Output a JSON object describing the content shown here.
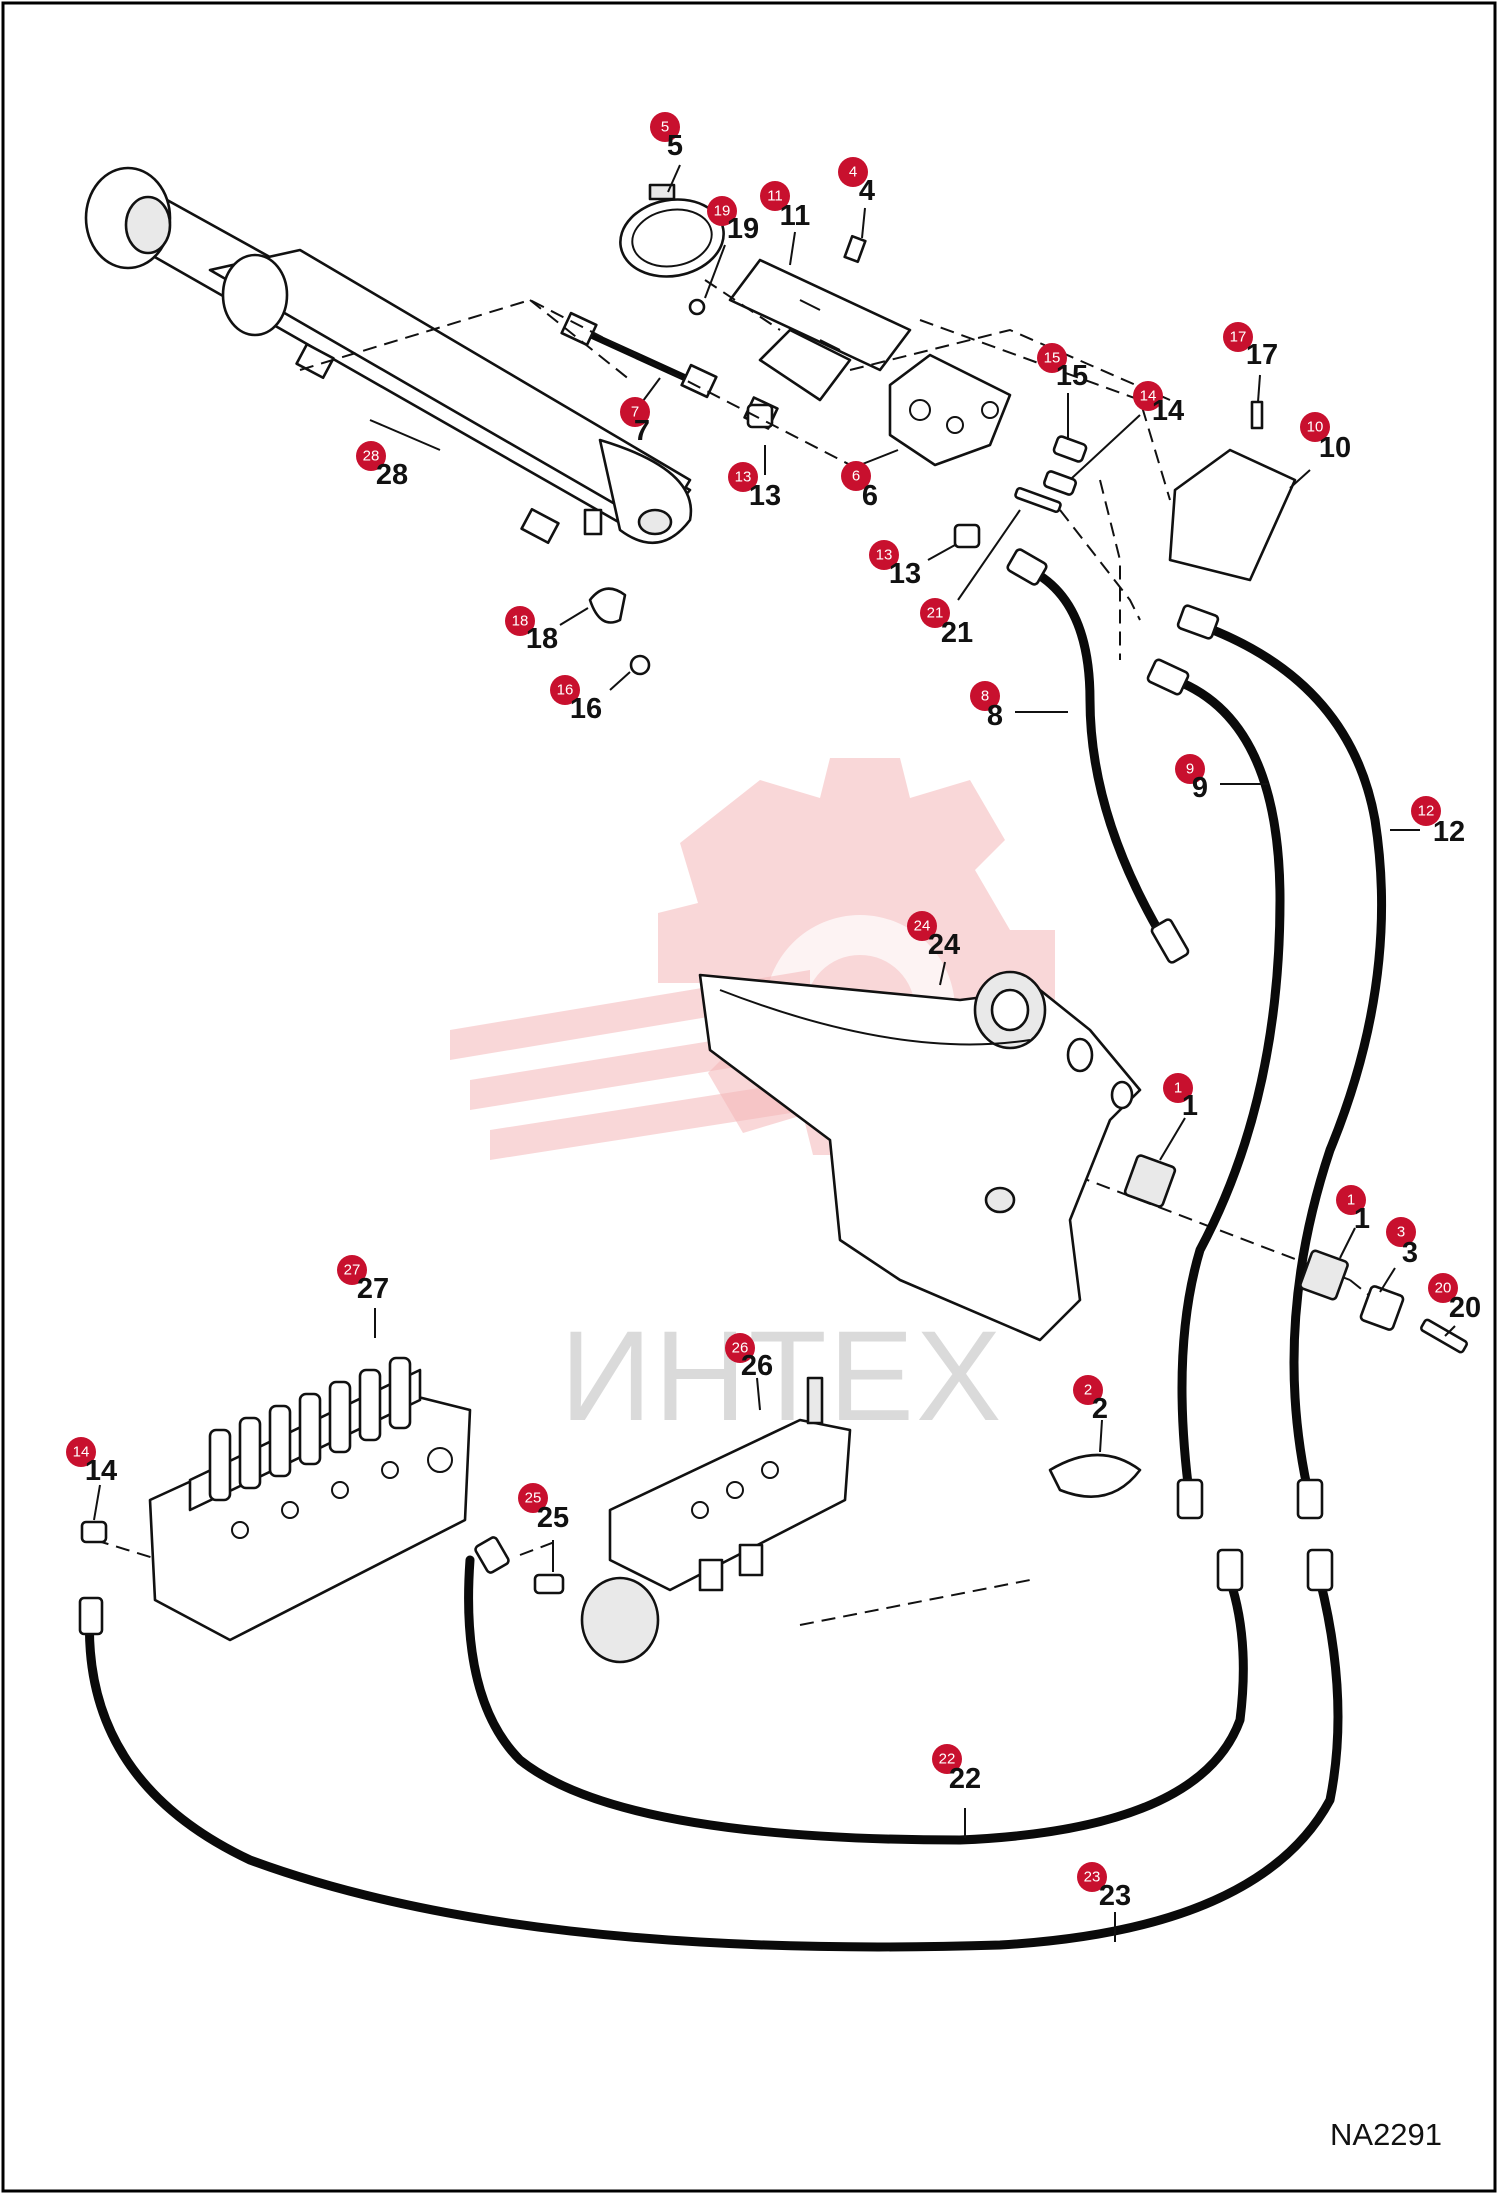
{
  "diagram_code": "NA2291",
  "watermark_text": "ИНТЕХ",
  "accent_color": "#c8102e",
  "callouts": [
    {
      "id": "c5",
      "badge": "5",
      "label": "5"
    },
    {
      "id": "c19",
      "badge": "19",
      "label": "19"
    },
    {
      "id": "c11",
      "badge": "11",
      "label": "11"
    },
    {
      "id": "c4",
      "badge": "4",
      "label": "4"
    },
    {
      "id": "c17",
      "badge": "17",
      "label": "17"
    },
    {
      "id": "c15",
      "badge": "15",
      "label": "15"
    },
    {
      "id": "c14a",
      "badge": "14",
      "label": "14"
    },
    {
      "id": "c10",
      "badge": "10",
      "label": "10"
    },
    {
      "id": "c7",
      "badge": "7",
      "label": "7"
    },
    {
      "id": "c28",
      "badge": "28",
      "label": "28"
    },
    {
      "id": "c13a",
      "badge": "13",
      "label": "13"
    },
    {
      "id": "c6",
      "badge": "6",
      "label": "6"
    },
    {
      "id": "c13b",
      "badge": "13",
      "label": "13"
    },
    {
      "id": "c21",
      "badge": "21",
      "label": "21"
    },
    {
      "id": "c18",
      "badge": "18",
      "label": "18"
    },
    {
      "id": "c16",
      "badge": "16",
      "label": "16"
    },
    {
      "id": "c8",
      "badge": "8",
      "label": "8"
    },
    {
      "id": "c9",
      "badge": "9",
      "label": "9"
    },
    {
      "id": "c12",
      "badge": "12",
      "label": "12"
    },
    {
      "id": "c24",
      "badge": "24",
      "label": "24"
    },
    {
      "id": "c1a",
      "badge": "1",
      "label": "1"
    },
    {
      "id": "c1b",
      "badge": "1",
      "label": "1"
    },
    {
      "id": "c3",
      "badge": "3",
      "label": "3"
    },
    {
      "id": "c20",
      "badge": "20",
      "label": "20"
    },
    {
      "id": "c27",
      "badge": "27",
      "label": "27"
    },
    {
      "id": "c26",
      "badge": "26",
      "label": "26"
    },
    {
      "id": "c2",
      "badge": "2",
      "label": "2"
    },
    {
      "id": "c14b",
      "badge": "14",
      "label": "14"
    },
    {
      "id": "c25",
      "badge": "25",
      "label": "25"
    },
    {
      "id": "c22",
      "badge": "22",
      "label": "22"
    },
    {
      "id": "c23",
      "badge": "23",
      "label": "23"
    }
  ]
}
